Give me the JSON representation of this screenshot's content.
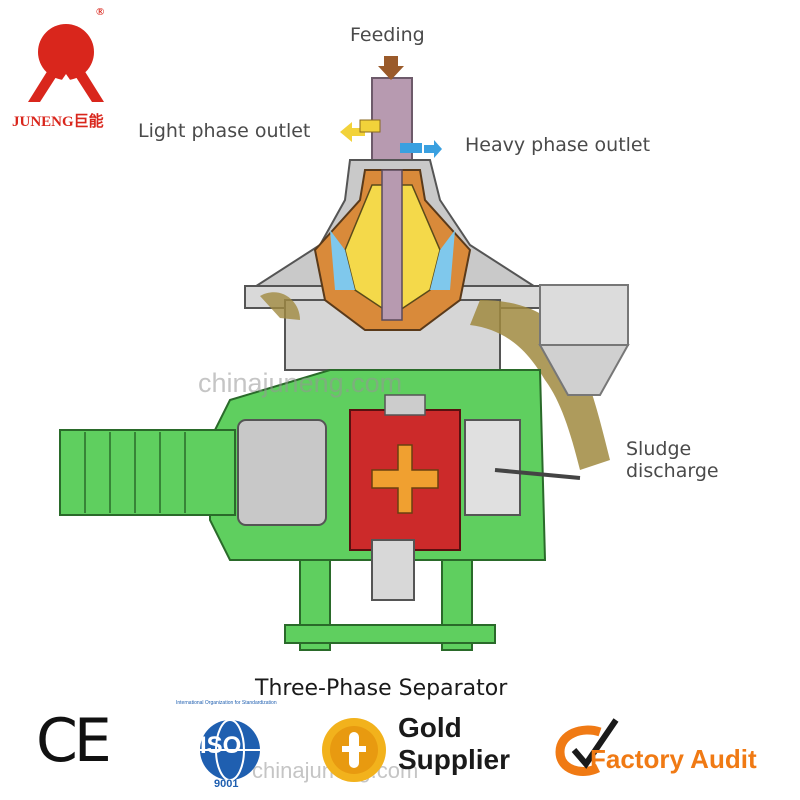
{
  "brand": {
    "name": "JUNENG巨能",
    "mark": "®"
  },
  "labels": {
    "feeding": "Feeding",
    "light_phase": "Light phase outlet",
    "heavy_phase": "Heavy phase outlet",
    "sludge_line1": "Sludge",
    "sludge_line2": "discharge"
  },
  "title": "Three-Phase Separator",
  "watermarks": {
    "middle": "chinajuneng.com",
    "bottom": "chinajuneng.com"
  },
  "certifications": {
    "ce": "CE",
    "iso": "ISO",
    "iso_number": "9001",
    "iso_ring": "International Organization for Standardization",
    "gold_line1": "Gold",
    "gold_line2": "Supplier",
    "factory_audit": "Factory Audit"
  },
  "colors": {
    "brand_red": "#d9261c",
    "machine_green": "#5fcf5f",
    "sludge": "#a08a40",
    "light_arrow": "#f2d23a",
    "heavy_arrow": "#3aa0e0",
    "audit_orange": "#f07a14"
  }
}
